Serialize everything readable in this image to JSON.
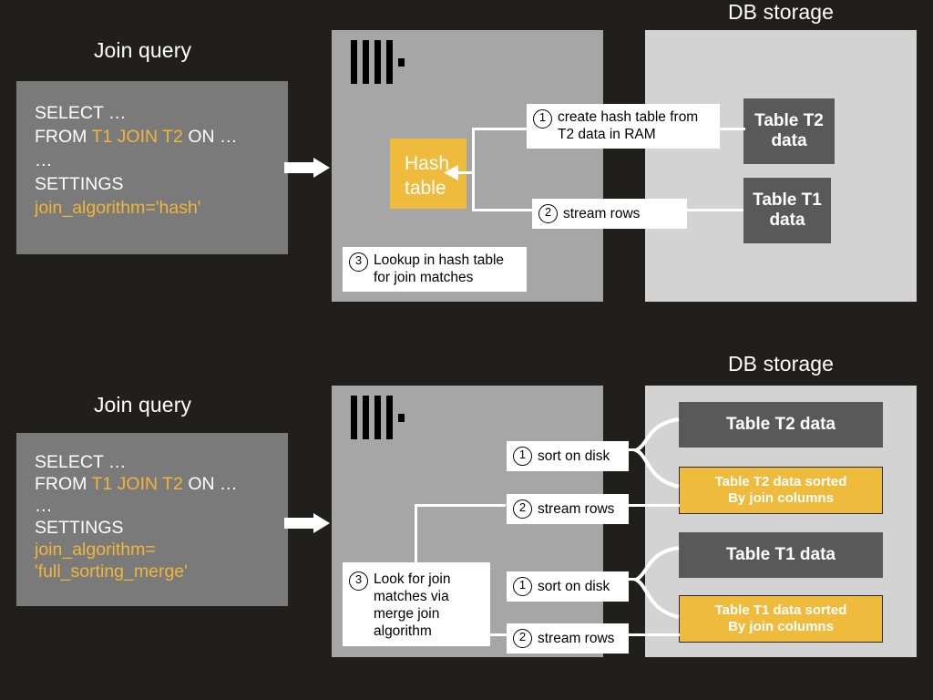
{
  "page": {
    "background": "#211F1C",
    "accent_gold": "#EFBB3C",
    "server_gray": "#A6A6A6",
    "storage_gray": "#D3D3D3",
    "table_dark": "#595959",
    "query_gray": "#7A7A7A"
  },
  "hash_section": {
    "query_heading": "Join query",
    "storage_heading": "DB storage",
    "query": {
      "line1": "SELECT …",
      "line2_pre": "FROM ",
      "line2_kw": "T1 JOIN T2",
      "line2_post": " ON …",
      "line3": "…",
      "line4": "SETTINGS",
      "line5": "join_algorithm='hash'"
    },
    "hash_table_label": "Hash\ntable",
    "steps": [
      {
        "num": "1",
        "text": "create hash table from\nT2 data in RAM"
      },
      {
        "num": "2",
        "text": "stream rows"
      },
      {
        "num": "3",
        "text": "Lookup in hash table\nfor join matches"
      }
    ],
    "tables": [
      {
        "label": "Table T2\ndata"
      },
      {
        "label": "Table T1\ndata"
      }
    ]
  },
  "merge_section": {
    "query_heading": "Join query",
    "storage_heading": "DB storage",
    "query": {
      "line1": "SELECT …",
      "line2_pre": "FROM ",
      "line2_kw": "T1 JOIN T2",
      "line2_post": " ON …",
      "line3": "…",
      "line4": "SETTINGS",
      "line5": "join_algorithm=",
      "line6": "'full_sorting_merge'"
    },
    "steps": [
      {
        "num": "1",
        "text": "sort on disk"
      },
      {
        "num": "2",
        "text": "stream rows"
      },
      {
        "num": "1",
        "text": "sort on disk"
      },
      {
        "num": "2",
        "text": "stream rows"
      },
      {
        "num": "3",
        "text": "Look for join\nmatches via\nmerge join\nalgorithm"
      }
    ],
    "tables": [
      {
        "label": "Table T2 data",
        "kind": "dark"
      },
      {
        "label": "Table T2 data sorted\nBy join columns",
        "kind": "gold"
      },
      {
        "label": "Table T1 data",
        "kind": "dark"
      },
      {
        "label": "Table T1 data sorted\nBy join columns",
        "kind": "gold"
      }
    ]
  },
  "icons": {
    "clickhouse_logo": "clickhouse-logo-icon",
    "arrow_right": "arrow-right-icon"
  }
}
